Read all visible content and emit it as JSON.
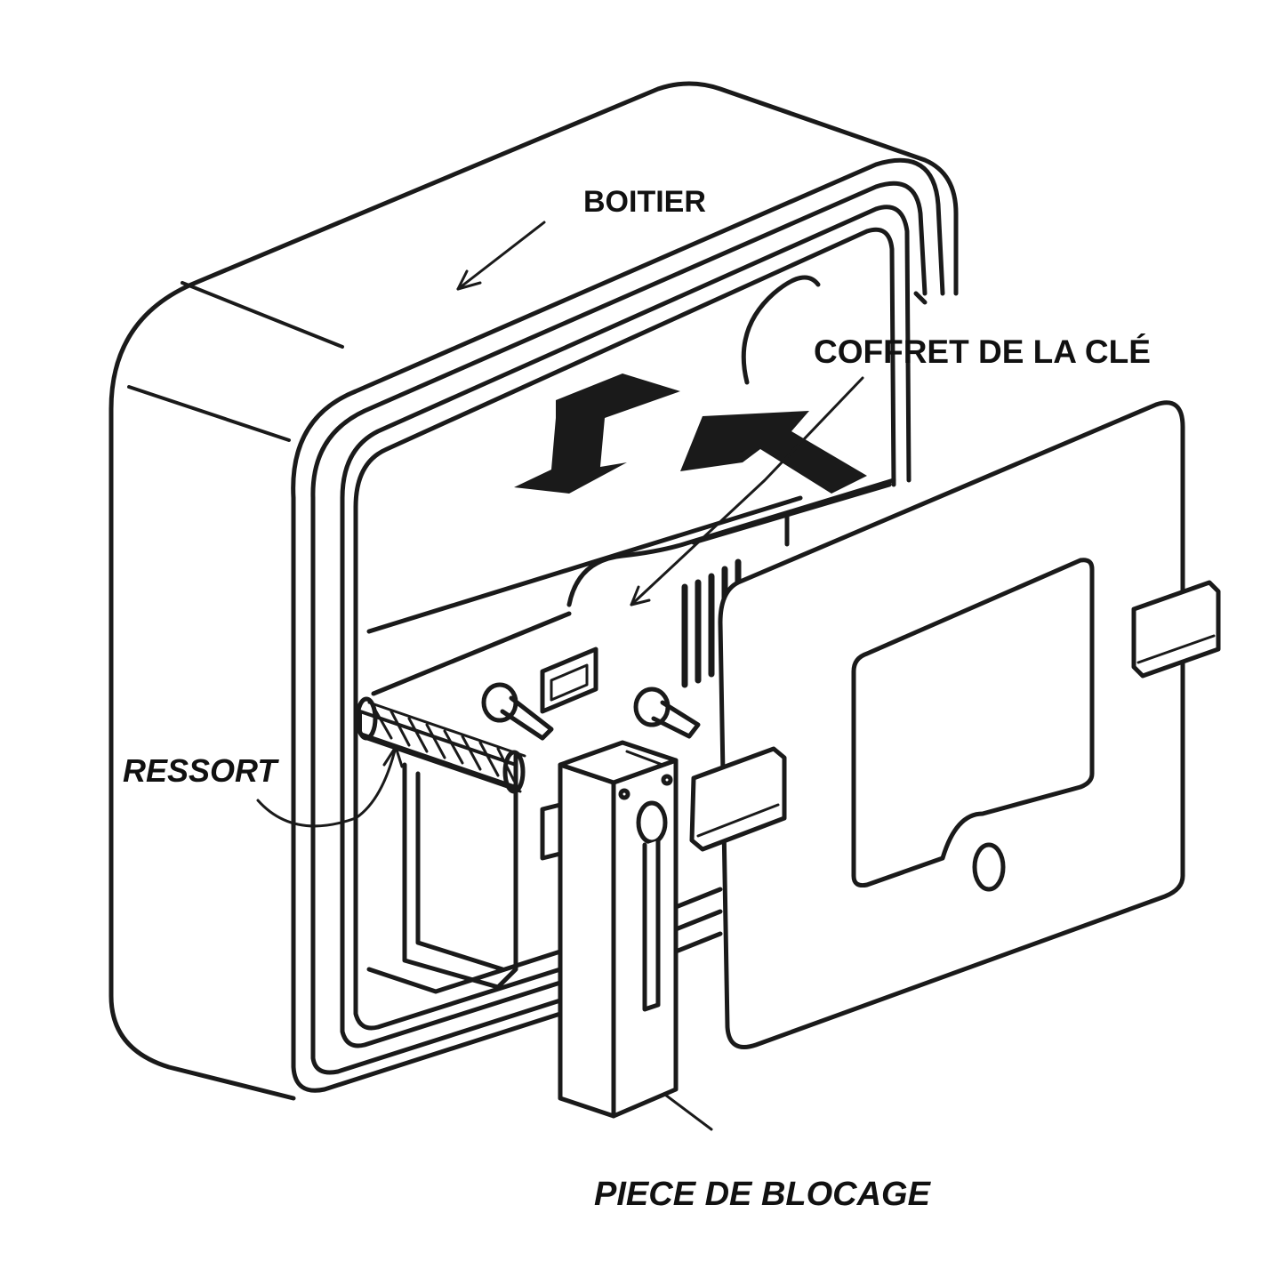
{
  "labels": {
    "boitier": "BOITIER",
    "coffret": "COFFRET DE LA CLÉ",
    "ressort": "RESSORT",
    "piece": "PIECE DE BLOCAGE"
  },
  "colors": {
    "line": "#1a1a1a",
    "background": "#ffffff"
  }
}
